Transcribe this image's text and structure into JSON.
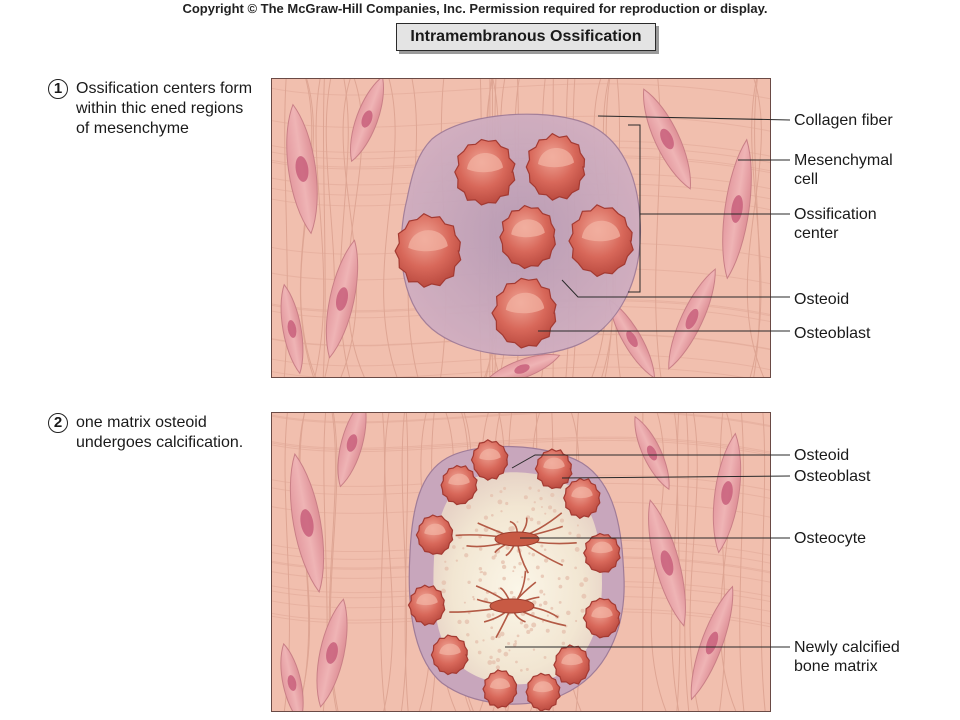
{
  "header": {
    "copyright": "Copyright © The McGraw-Hill Companies, Inc. Permission required for reproduction or display.",
    "title": "Intramembranous Ossification"
  },
  "steps": [
    {
      "number": "1",
      "text": "Ossification centers form\nwithin thic  ened regions\nof mesenchyme"
    },
    {
      "number": "2",
      "text": "  one matrix  osteoid\nundergoes calcification."
    }
  ],
  "labels": {
    "panel1": {
      "collagen_fiber": "Collagen fiber",
      "mesenchymal_cell": "Mesenchymal\ncell",
      "ossification_center": "Ossification\ncenter",
      "osteoid": "Osteoid",
      "osteoblast": "Osteoblast"
    },
    "panel2": {
      "osteoid": "Osteoid",
      "osteoblast": "Osteoblast",
      "osteocyte": "Osteocyte",
      "newly_calcified_bone_matrix": "Newly calcified\nbone matrix"
    }
  },
  "colors": {
    "tissue": "#f0bcaa",
    "fiber": "#d99a88",
    "mesenchymal_cell": "#e8a2a5",
    "osteoid_halo": "#c9a3bb",
    "osteoblast": "#cf5b4c",
    "calcified_matrix": "#f3ead8",
    "osteocyte": "#c0563f"
  }
}
